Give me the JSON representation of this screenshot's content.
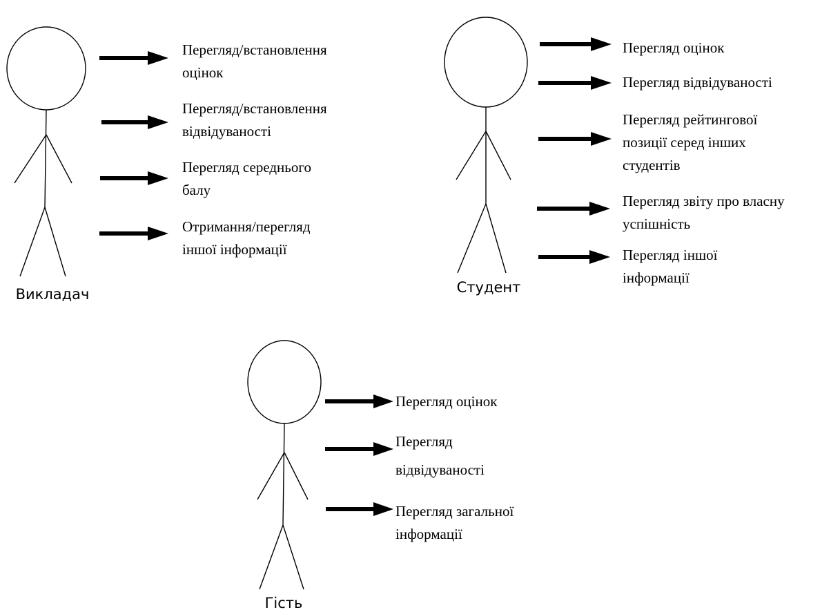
{
  "actors": [
    {
      "name": "Викладач",
      "features": [
        [
          "Перегляд/встановлення",
          "оцінок"
        ],
        [
          "Перегляд/встановлення",
          "відвідуваності"
        ],
        [
          "Перегляд середнього",
          "балу"
        ],
        [
          "Отримання/перегляд",
          "іншої інформації"
        ]
      ]
    },
    {
      "name": "Студент",
      "features": [
        [
          "Перегляд оцінок"
        ],
        [
          "Перегляд відвідуваності"
        ],
        [
          "Перегляд рейтингової",
          "позиції серед інших",
          "студентів"
        ],
        [
          "Перегляд звіту про власну",
          "успішність"
        ],
        [
          "Перегляд іншої",
          "інформації"
        ]
      ]
    },
    {
      "name": "Гість",
      "features": [
        [
          "Перегляд оцінок"
        ],
        [
          "Перегляд",
          "відвідуваності"
        ],
        [
          "Перегляд загальної",
          "інформації"
        ]
      ]
    }
  ]
}
